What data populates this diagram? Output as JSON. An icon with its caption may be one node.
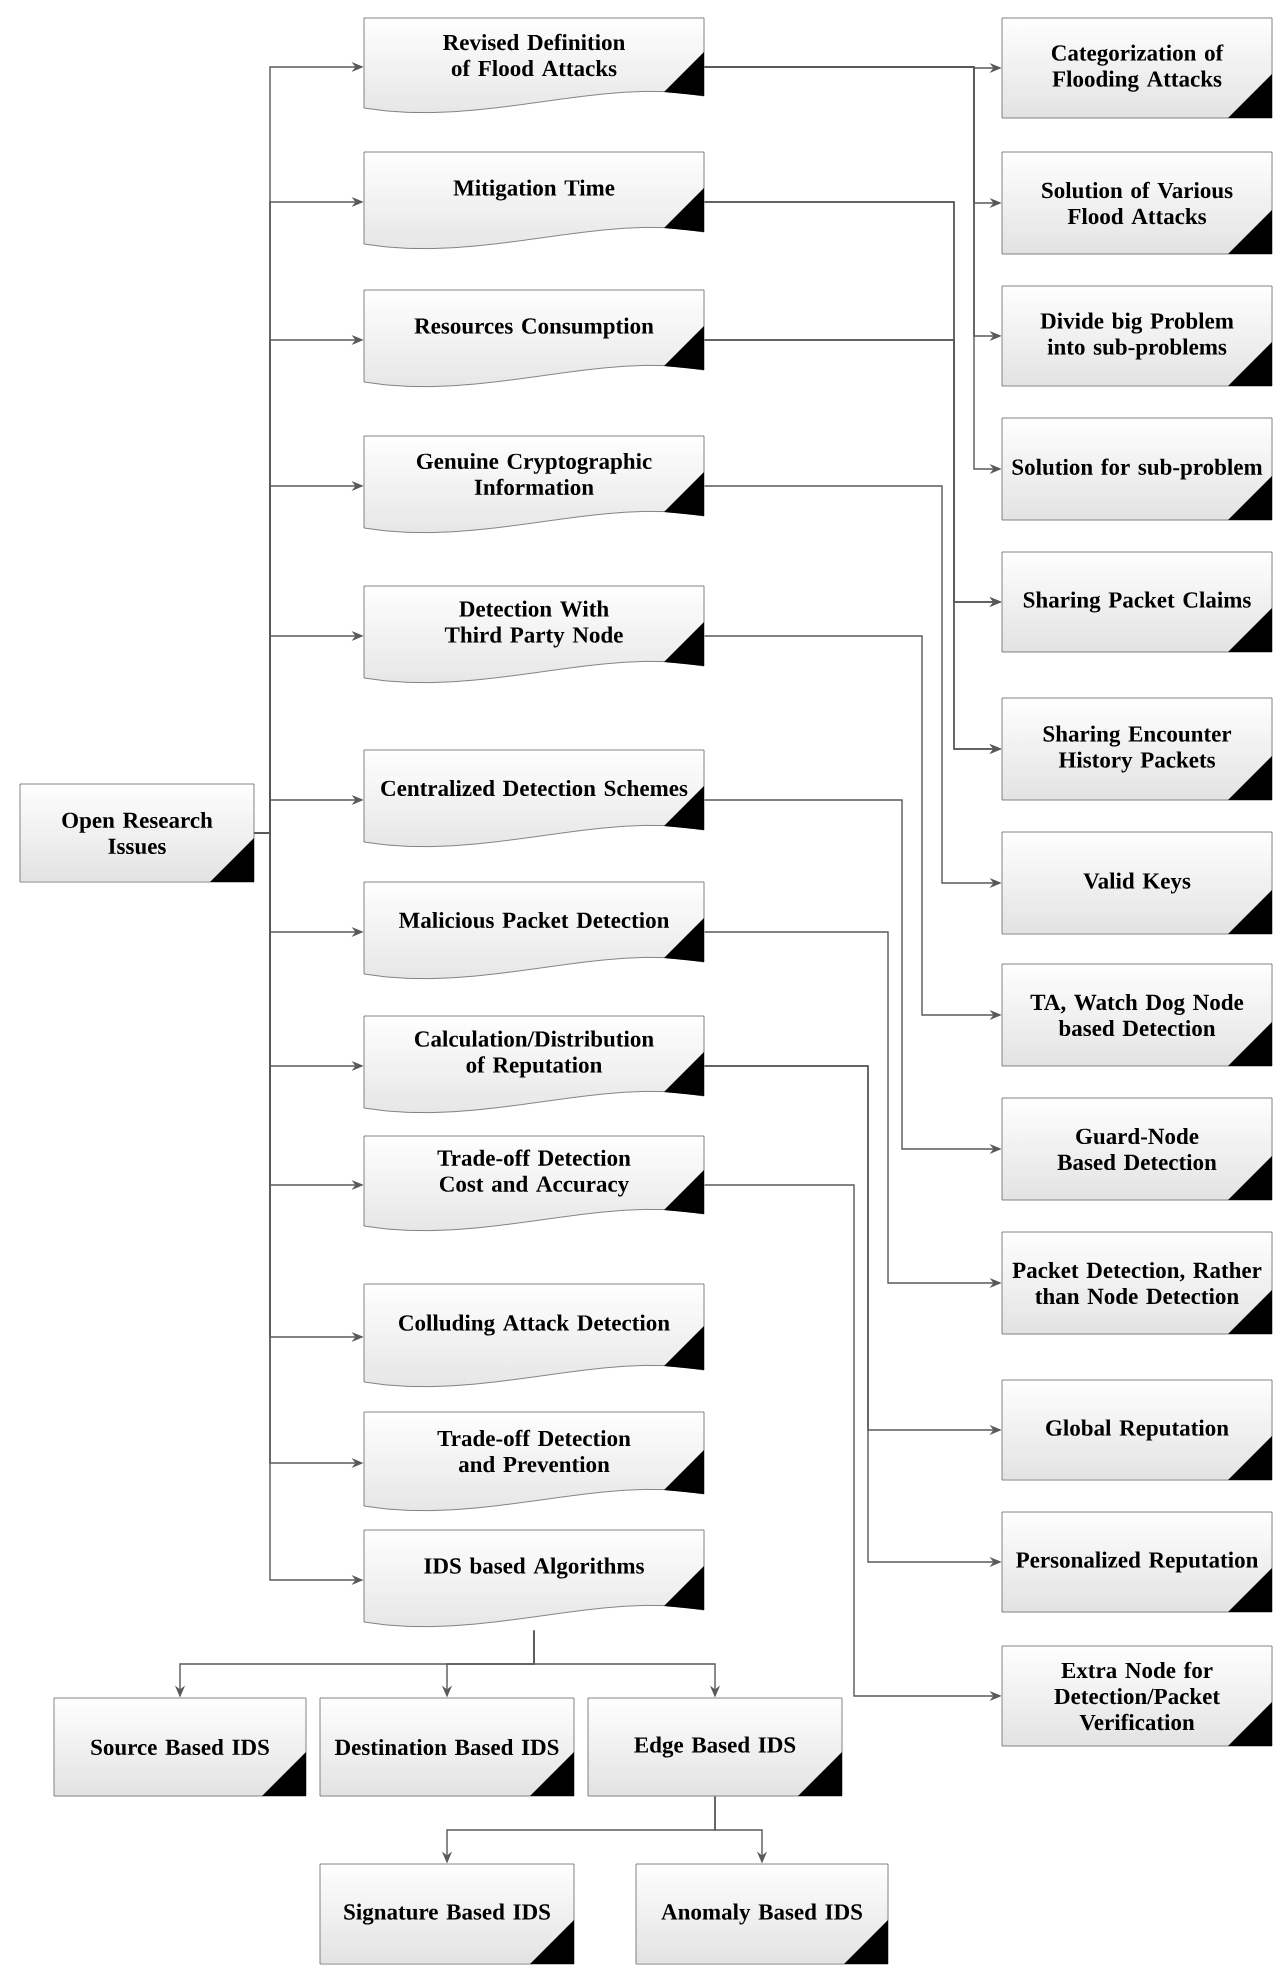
{
  "diagram": {
    "nodes": [
      {
        "text": [
          "Open Research Issues"
        ]
      },
      {
        "text": [
          "Revised Definition of Flood Attacks"
        ]
      },
      {
        "text": [
          "Mitigation Time"
        ]
      },
      {
        "text": [
          "Resources Consumption"
        ]
      },
      {
        "text": [
          "Genuine Cryptographic Information"
        ]
      },
      {
        "text": [
          "Detection With Third Party Node"
        ]
      },
      {
        "text": [
          "Centralized Detection Schemes"
        ]
      },
      {
        "text": [
          "Malicious Packet Detection"
        ]
      },
      {
        "text": [
          "Calculation/Distribution of Reputation"
        ]
      },
      {
        "text": [
          "Trade-off  Detection Cost and Accuracy"
        ]
      },
      {
        "text": [
          "Colluding Attack Detection"
        ]
      },
      {
        "text": [
          "Trade-off Detection and Prevention"
        ]
      },
      {
        "text": [
          "IDS based Algorithms"
        ]
      },
      {
        "text": [
          "Categorization of Flooding Attacks"
        ]
      },
      {
        "text": [
          "Solution of Various Flood Attacks"
        ]
      },
      {
        "text": [
          "Divide big Problem into sub-problems"
        ]
      },
      {
        "text": [
          "Solution for sub-problem"
        ]
      },
      {
        "text": [
          "Sharing Packet Claims"
        ]
      },
      {
        "text": [
          "Sharing Encounter History Packets"
        ]
      },
      {
        "text": [
          "Valid Keys"
        ]
      },
      {
        "text": [
          "TA, Watch Dog Node based Detection"
        ]
      },
      {
        "text": [
          "Guard-Node Based Detection"
        ]
      },
      {
        "text": [
          "Packet Detection, Rather than Node Detection"
        ]
      },
      {
        "text": [
          "Global Reputation"
        ]
      },
      {
        "text": [
          "Personalized Reputation"
        ]
      },
      {
        "text": [
          "Extra Node for Detection/Packet Verification"
        ]
      },
      {
        "text": [
          "Source Based IDS"
        ]
      },
      {
        "text": [
          "Destination Based IDS"
        ]
      },
      {
        "text": [
          "Edge Based IDS"
        ]
      },
      {
        "text": [
          "Signature Based IDS"
        ]
      },
      {
        "text": [
          "Anomaly Based IDS"
        ]
      }
    ],
    "edges": [
      {
        "from": 0,
        "to": 1,
        "arrow": "to"
      },
      {
        "from": 0,
        "to": 2,
        "arrow": "to"
      },
      {
        "from": 0,
        "to": 3,
        "arrow": "to"
      },
      {
        "from": 0,
        "to": 4,
        "arrow": "to"
      },
      {
        "from": 0,
        "to": 5,
        "arrow": "to"
      },
      {
        "from": 0,
        "to": 6,
        "arrow": "to"
      },
      {
        "from": 0,
        "to": 7,
        "arrow": "to"
      },
      {
        "from": 0,
        "to": 8,
        "arrow": "to"
      },
      {
        "from": 0,
        "to": 9,
        "arrow": "to"
      },
      {
        "from": 0,
        "to": 10,
        "arrow": "to"
      },
      {
        "from": 0,
        "to": 11,
        "arrow": "to"
      },
      {
        "from": 0,
        "to": 12,
        "arrow": "to"
      },
      {
        "from": 1,
        "to": 13,
        "arrow": "to"
      },
      {
        "from": 1,
        "to": 14,
        "arrow": "to"
      },
      {
        "from": 1,
        "to": 15,
        "arrow": "to"
      },
      {
        "from": 1,
        "to": 16,
        "arrow": "to"
      },
      {
        "from": 2,
        "to": 17,
        "arrow": "to"
      },
      {
        "from": 2,
        "to": 18,
        "arrow": "to"
      },
      {
        "from": 3,
        "to": 17,
        "arrow": "to"
      },
      {
        "from": 3,
        "to": 18,
        "arrow": "to"
      },
      {
        "from": 4,
        "to": 19,
        "arrow": "to"
      },
      {
        "from": 5,
        "to": 20,
        "arrow": "to"
      },
      {
        "from": 6,
        "to": 21,
        "arrow": "to"
      },
      {
        "from": 7,
        "to": 22,
        "arrow": "to"
      },
      {
        "from": 8,
        "to": 23,
        "arrow": "to"
      },
      {
        "from": 8,
        "to": 24,
        "arrow": "to"
      },
      {
        "from": 9,
        "to": 25,
        "arrow": "to"
      },
      {
        "from": 12,
        "to": 26,
        "arrow": "to"
      },
      {
        "from": 12,
        "to": 27,
        "arrow": "to"
      },
      {
        "from": 12,
        "to": 28,
        "arrow": "to"
      },
      {
        "from": 28,
        "to": 29,
        "arrow": "to"
      },
      {
        "from": 28,
        "to": 30,
        "arrow": "to"
      }
    ]
  }
}
